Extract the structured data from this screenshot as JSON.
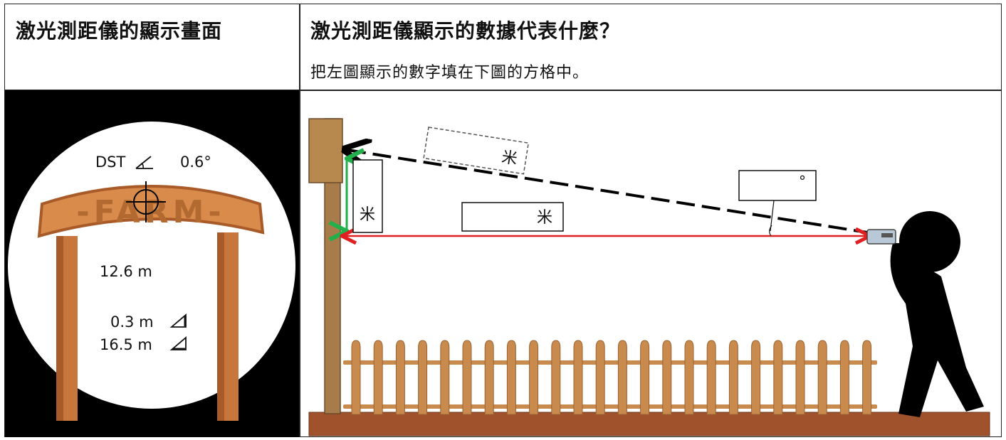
{
  "header": {
    "left_title": "激光測距儀的顯示畫面",
    "right_title": "激光測距儀顯示的數據代表什麼？",
    "instruction": "把左圖顯示的數字填在下圖的方格中。"
  },
  "display": {
    "dst_label": "DST",
    "angle_value": "0.6°",
    "sign_text": "-FARM-",
    "distance_value": "12.6 m",
    "height_value": "0.3 m",
    "horizontal_value": "16.5 m"
  },
  "diagram": {
    "unit_box_slanted": "米",
    "unit_box_vertical": "米",
    "unit_box_horizontal": "米",
    "unit_box_angle": "°"
  },
  "colors": {
    "green_arrow": "#22b04a",
    "red_arrow": "#e02020",
    "post": "#a87b4a",
    "ground": "#a0522d",
    "sign": "#c8773c"
  }
}
